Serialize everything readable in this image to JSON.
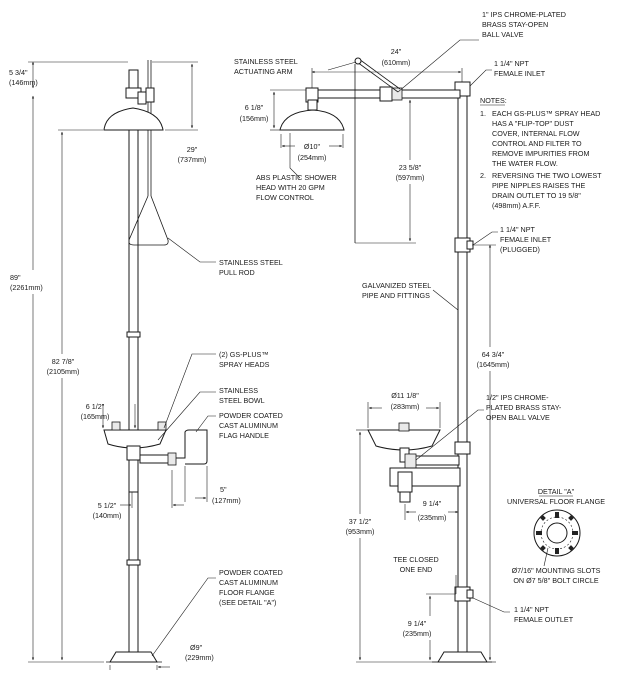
{
  "left_view": {
    "dim_head_height": {
      "in": "5 3/4\"",
      "mm": "(146mm)"
    },
    "dim_head_to_bowl": {
      "in": "29\"",
      "mm": "(737mm)"
    },
    "dim_total_height": {
      "in": "89\"",
      "mm": "(2261mm)"
    },
    "dim_bowl_height": {
      "in": "82 7/8\"",
      "mm": "(2105mm)"
    },
    "dim_spray_offset": {
      "in": "6 1/2\"",
      "mm": "(165mm)"
    },
    "dim_bowl_projection": {
      "in": "5 1/2\"",
      "mm": "(140mm)"
    },
    "dim_handle_offset": {
      "in": "5\"",
      "mm": "(127mm)"
    },
    "dim_flange": {
      "in": "Ø9\"",
      "mm": "(229mm)"
    },
    "callout_pull_rod": [
      "STAINLESS STEEL",
      "PULL ROD"
    ],
    "callout_spray_heads": [
      "(2) GS-PLUS™",
      "SPRAY HEADS"
    ],
    "callout_bowl": [
      "STAINLESS",
      "STEEL BOWL"
    ],
    "callout_flag_handle": [
      "POWDER COATED",
      "CAST ALUMINUM",
      "FLAG HANDLE"
    ],
    "callout_floor_flange": [
      "POWDER COATED",
      "CAST ALUMINUM",
      "FLOOR FLANGE",
      "(SEE DETAIL \"A\")"
    ]
  },
  "right_view": {
    "callout_valve_top": [
      "1\" IPS CHROME-PLATED",
      "BRASS STAY-OPEN",
      "BALL VALVE"
    ],
    "callout_actuating_arm": [
      "STAINLESS STEEL",
      "ACTUATING ARM"
    ],
    "callout_inlet_top": [
      "1 1/4\" NPT",
      "FEMALE INLET"
    ],
    "callout_shower_head": [
      "ABS PLASTIC SHOWER",
      "HEAD WITH 20 GPM",
      "FLOW CONTROL"
    ],
    "callout_inlet_plugged": [
      "1 1/4\" NPT",
      "FEMALE INLET",
      "(PLUGGED)"
    ],
    "callout_pipe": [
      "GALVANIZED STEEL",
      "PIPE AND FITTINGS"
    ],
    "callout_valve_bowl": [
      "1/2\" IPS CHROME-",
      "PLATED BRASS STAY-",
      "OPEN BALL VALVE"
    ],
    "callout_tee": [
      "TEE CLOSED",
      "ONE END"
    ],
    "callout_outlet": [
      "1 1/4\" NPT",
      "FEMALE OUTLET"
    ],
    "dim_arm_length": {
      "in": "24\"",
      "mm": "(610mm)"
    },
    "dim_head_drop": {
      "in": "6 1/8\"",
      "mm": "(156mm)"
    },
    "dim_head_dia": {
      "in": "Ø10\"",
      "mm": "(254mm)"
    },
    "dim_arm_drop": {
      "in": "23 5/8\"",
      "mm": "(597mm)"
    },
    "dim_pipe_length": {
      "in": "64 3/4\"",
      "mm": "(1645mm)"
    },
    "dim_bowl_dia": {
      "in": "Ø11 1/8\"",
      "mm": "(283mm)"
    },
    "dim_drain_offset": {
      "in": "9 1/4\"",
      "mm": "(235mm)"
    },
    "dim_bowl_height": {
      "in": "37 1/2\"",
      "mm": "(953mm)"
    },
    "dim_outlet_height": {
      "in": "9 1/4\"",
      "mm": "(235mm)"
    }
  },
  "notes": {
    "title": "NOTES:",
    "items": [
      [
        "1.",
        "EACH GS-PLUS™ SPRAY HEAD",
        "HAS A \"FLIP-TOP\" DUST",
        "COVER, INTERNAL FLOW",
        "CONTROL AND FILTER TO",
        "REMOVE IMPURITIES FROM",
        "THE WATER FLOW."
      ],
      [
        "2.",
        "REVERSING THE TWO LOWEST",
        "PIPE NIPPLES RAISES THE",
        "DRAIN OUTLET TO 19 5/8\"",
        "(498mm) A.F.F."
      ]
    ]
  },
  "detail": {
    "title": "DETAIL \"A\"",
    "subtitle": "UNIVERSAL FLOOR FLANGE",
    "caption": [
      "Ø7/16\" MOUNTING SLOTS",
      "ON Ø7 5/8\" BOLT CIRCLE"
    ]
  }
}
